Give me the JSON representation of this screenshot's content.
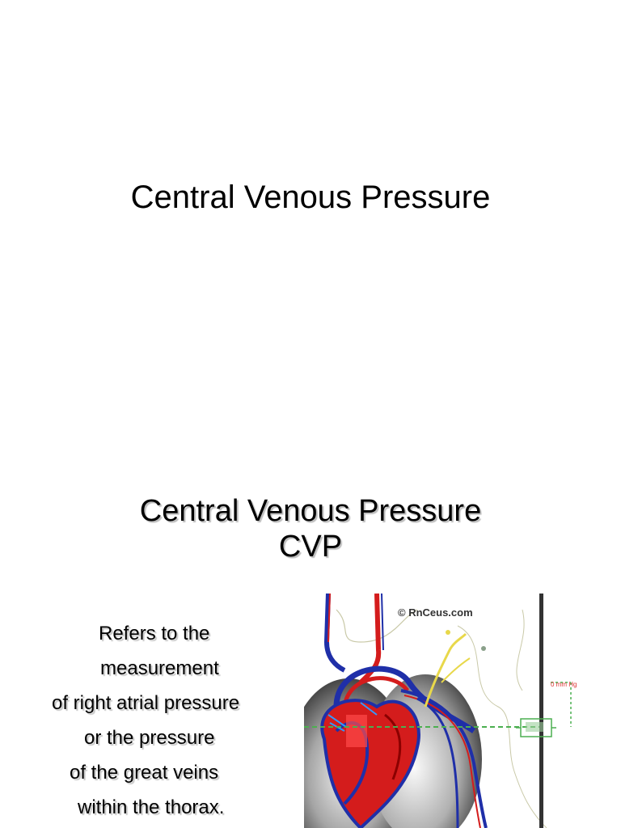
{
  "slide1": {
    "title": "Central Venous Pressure"
  },
  "slide2": {
    "title_line1": "Central Venous Pressure",
    "title_line2": "CVP",
    "body_lines": [
      "Refers to the",
      "  measurement",
      "of right atrial pressure",
      "or the pressure",
      "  of the great veins",
      "within the thorax."
    ],
    "illustration": {
      "watermark": "© RnCeus.com",
      "pressure_tag": "0 mm Hg",
      "colors": {
        "vein_blue": "#1f2fa8",
        "artery_red": "#d41c1c",
        "lung_gray": "#8a8a8a",
        "line_green": "#4caf50",
        "line_yellow": "#e8d84a"
      }
    }
  }
}
